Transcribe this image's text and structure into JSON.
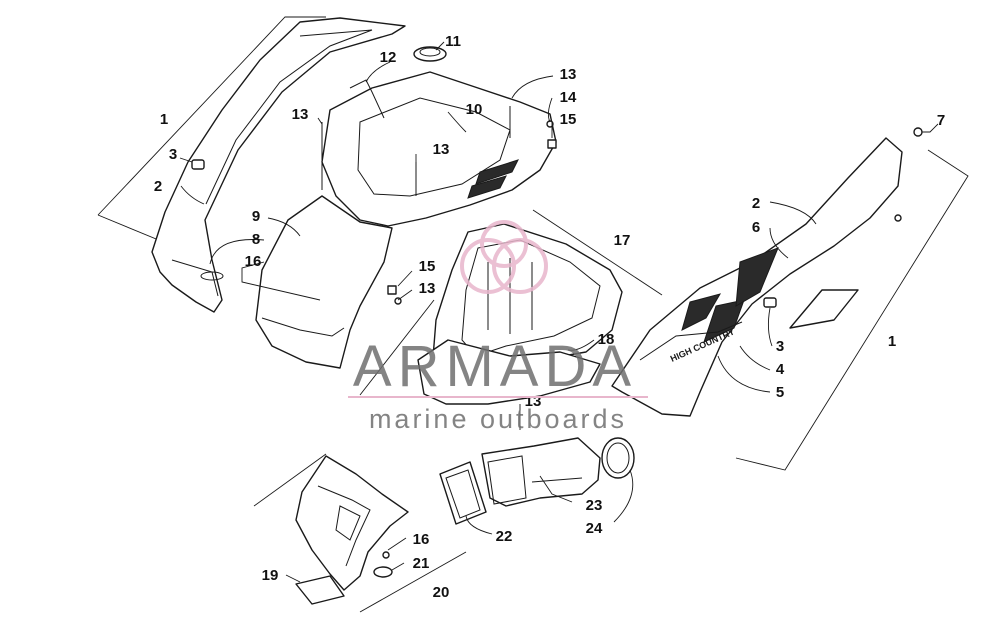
{
  "callouts": {
    "c1a": "1",
    "c1b": "1",
    "c2a": "2",
    "c2b": "2",
    "c3a": "3",
    "c3b": "3",
    "c4": "4",
    "c5": "5",
    "c6": "6",
    "c7": "7",
    "c8": "8",
    "c9": "9",
    "c10": "10",
    "c11": "11",
    "c12": "12",
    "c13a": "13",
    "c13b": "13",
    "c13c": "13",
    "c13d": "13",
    "c13e": "13",
    "c14": "14",
    "c15a": "15",
    "c15b": "15",
    "c16a": "16",
    "c16b": "16",
    "c17": "17",
    "c18": "18",
    "c19": "19",
    "c20": "20",
    "c21": "21",
    "c22": "22",
    "c23": "23",
    "c24": "24"
  },
  "decal_text": "HIGH COUNTRY",
  "watermark": {
    "brand": "ARMADA",
    "tagline": "marine outboards",
    "brand_color": "#6e6e6e",
    "accent_color": "#e8b6cc"
  }
}
